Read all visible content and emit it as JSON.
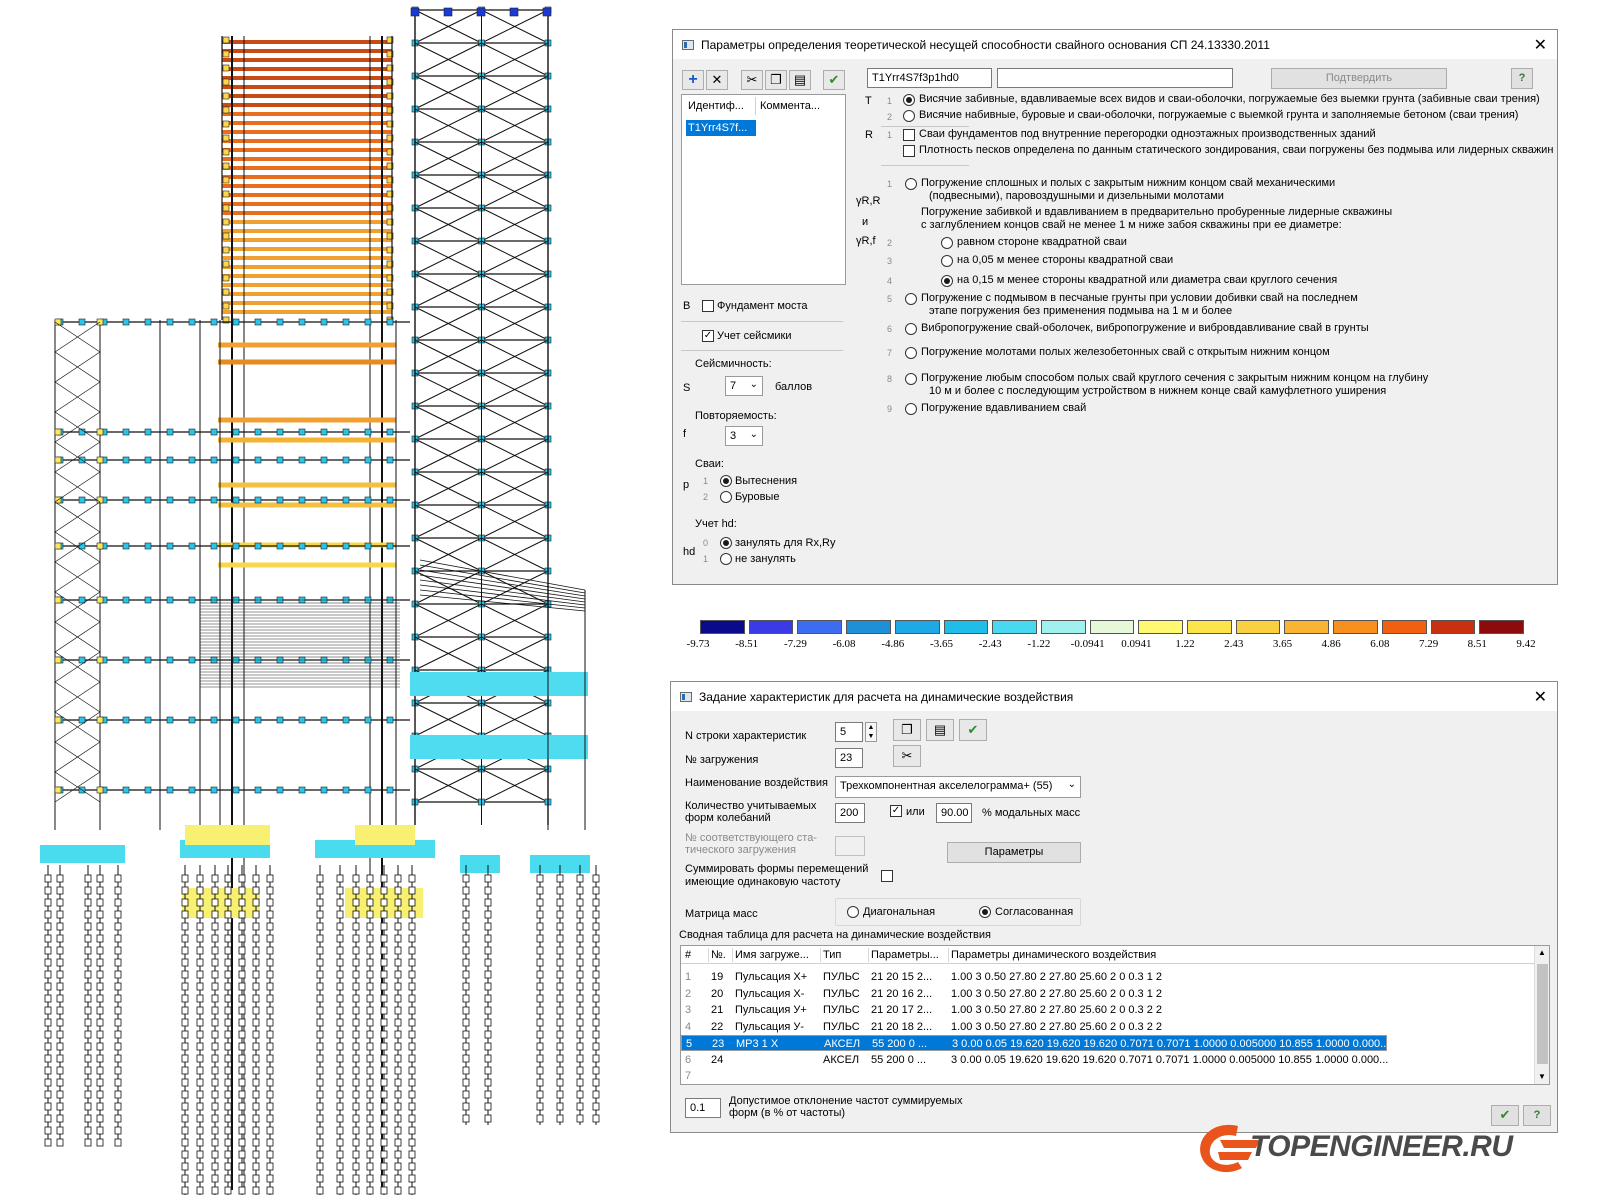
{
  "watermark": {
    "text": "TOPENGINEER.RU"
  },
  "colors": {
    "selection": "#0078d7",
    "logo_orange": "#e8541c",
    "logo_gray": "#4a4a4a"
  },
  "pile_dialog": {
    "title": "Параметры определения теоретической несущей способности свайного основания СП 24.13330.2011",
    "toolbar_icons": [
      "add-icon",
      "delete-icon",
      "cut-icon",
      "copy-icon",
      "paste-icon",
      "apply-icon"
    ],
    "id_value": "T1Yrr4S7f3p1hd0",
    "comment_value": "",
    "confirm_label": "Подтвердить",
    "help_label": "?",
    "list_headers": [
      "Идентиф...",
      "Коммента..."
    ],
    "list_items": [
      "T1Yrr4S7f..."
    ],
    "T_letter": "T",
    "T_options": [
      {
        "num": "1",
        "text": "Висячие забивные, вдавливаемые всех видов и сваи-оболочки, погружаемые без выемки грунта (забивные сваи трения)",
        "checked": true
      },
      {
        "num": "2",
        "text": "Висячие набивные, буровые и сваи-оболочки, погружаемые с выемкой грунта и заполняемые бетоном (сваи трения)",
        "checked": false
      }
    ],
    "R_letter": "R",
    "R_num": "1",
    "R_options": [
      {
        "text": "Сваи фундаментов под внутренние перегородки одноэтажных производственных зданий",
        "checked": false
      },
      {
        "text": "Плотность песков определена по данным статического зондирования, сваи погружены без подмыва или лидерных скважин",
        "checked": false
      }
    ],
    "gamma_letters": [
      "γR,R",
      "и",
      "γR,f"
    ],
    "gamma_options": [
      {
        "num": "1",
        "lines": [
          "Погружение сплошных и полых с закрытым нижним концом свай механическими",
          "(подвесными), паровоздушными и дизельными молотами"
        ],
        "checked": false
      },
      {
        "num": "",
        "lines": [
          "Погружение забивкой и вдавливанием в предварительно пробуренные лидерные скважины",
          "с заглублением концов свай не менее 1 м ниже забоя скважины при ее диаметре:"
        ],
        "checked": null
      },
      {
        "num": "2",
        "lines": [
          "равном стороне квадратной сваи"
        ],
        "checked": false
      },
      {
        "num": "3",
        "lines": [
          "на 0,05 м менее стороны квадратной сваи"
        ],
        "checked": false
      },
      {
        "num": "4",
        "lines": [
          "на 0,15 м менее стороны квадратной или диаметра сваи круглого сечения"
        ],
        "checked": true
      },
      {
        "num": "5",
        "lines": [
          "Погружение с подмывом в песчаные грунты при условии добивки свай на последнем",
          "этапе погружения без применения подмыва на 1 м и более"
        ],
        "checked": false
      },
      {
        "num": "6",
        "lines": [
          "Вибропогружение свай-оболочек, вибропогружение и вибровдавливание свай в грунты"
        ],
        "checked": false
      },
      {
        "num": "7",
        "lines": [
          "Погружение молотами полых железобетонных свай с открытым нижним концом"
        ],
        "checked": false
      },
      {
        "num": "8",
        "lines": [
          "Погружение любым способом полых свай круглого сечения с закрытым нижним концом на глубину",
          "10 м и более с последующим устройством в нижнем конце свай камуфлетного уширения"
        ],
        "checked": false
      },
      {
        "num": "9",
        "lines": [
          "Погружение вдавливанием свай"
        ],
        "checked": false
      }
    ],
    "B_letter": "B",
    "bridge_label": "Фундамент моста",
    "bridge_checked": false,
    "seismic_label": "Учет сейсмики",
    "seismic_checked": true,
    "seismicity_label": "Сейсмичность:",
    "S_letter": "S",
    "seismicity_value": "7",
    "seismicity_unit": "баллов",
    "recurrence_label": "Повторяемость:",
    "f_letter": "f",
    "recurrence_value": "3",
    "piles_label": "Сваи:",
    "p_letter": "p",
    "pile_options": [
      {
        "num": "1",
        "text": "Вытеснения",
        "checked": true
      },
      {
        "num": "2",
        "text": "Буровые",
        "checked": false
      }
    ],
    "hd_label": "Учет hd:",
    "hd_letter": "hd",
    "hd_options": [
      {
        "num": "0",
        "text": "занулять для Rx,Ry",
        "checked": true
      },
      {
        "num": "1",
        "text": "не занулять",
        "checked": false
      }
    ]
  },
  "legend": {
    "colors": [
      "#0a0a8c",
      "#3a3ae6",
      "#3c6cf0",
      "#1e90d8",
      "#1ea8e6",
      "#20bde8",
      "#48d8f0",
      "#a0f0f0",
      "#e6f8d8",
      "#fff870",
      "#fde44a",
      "#fbd040",
      "#f8b432",
      "#f89020",
      "#f06010",
      "#c83010",
      "#8c0c0c"
    ],
    "labels": [
      "-9.73",
      "-8.51",
      "-7.29",
      "-6.08",
      "-4.86",
      "-3.65",
      "-2.43",
      "-1.22",
      "-0.0941",
      "0.0941",
      "1.22",
      "2.43",
      "3.65",
      "4.86",
      "6.08",
      "7.29",
      "8.51",
      "9.42"
    ]
  },
  "dyn_dialog": {
    "title": "Задание характеристик для расчета на динамические воздействия",
    "row_label": "N строки характеристик",
    "row_value": "5",
    "load_label": "№ загружения",
    "load_value": "23",
    "action_label": "Наименование воздействия",
    "action_value": "Трехкомпонентная акселелограмма+ (55)",
    "modes_label": [
      "Количество учитываемых",
      "форм колебаний"
    ],
    "modes_value": "200",
    "or_label": "или",
    "or_checked": true,
    "mass_pct_value": "90.00",
    "mass_pct_label": "% модальных масс",
    "static_label": [
      "№ соответствующего ста-",
      "тического загружения"
    ],
    "params_button": "Параметры",
    "sum_label": [
      "Суммировать формы перемещений",
      "имеющие одинаковую частоту"
    ],
    "sum_checked": false,
    "mass_matrix_label": "Матрица масс",
    "mass_options": [
      {
        "text": "Диагональная",
        "checked": false
      },
      {
        "text": "Согласованная",
        "checked": true
      }
    ],
    "table_caption": "Сводная таблица для расчета на динамические воздействия",
    "table_headers": [
      "#",
      "№.",
      "Имя загруже...",
      "Тип",
      "Параметры...",
      "Параметры динамического воздействия"
    ],
    "table_rows": [
      [
        "1",
        "19",
        "Пульсация X+",
        "ПУЛЬС",
        "21  20 15 2...",
        "1.00 3 0.50 27.80 2 27.80 25.60 2 0 0.3 1 2"
      ],
      [
        "2",
        "20",
        "Пульсация X-",
        "ПУЛЬС",
        "21  20 16 2...",
        "1.00 3 0.50 27.80 2 27.80 25.60 2 0 0.3 1 2"
      ],
      [
        "3",
        "21",
        "Пульсация У+",
        "ПУЛЬС",
        "21  20 17 2...",
        "1.00 3 0.50 27.80 2 27.80 25.60 2 0 0.3 2 2"
      ],
      [
        "4",
        "22",
        "Пульсация У-",
        "ПУЛЬС",
        "21  20 18 2...",
        "1.00 3 0.50 27.80 2 27.80 25.60 2 0 0.3 2 2"
      ],
      [
        "5",
        "23",
        "MP3 1 X",
        "АКСЕЛ",
        "55  200 0 ...",
        "3 0.00 0.05 19.620 19.620 19.620 0.7071 0.7071 1.0000 0.005000 10.855 1.0000 0.000..."
      ],
      [
        "6",
        "24",
        "",
        "АКСЕЛ",
        "55  200 0 ...",
        "3 0.00 0.05 19.620 19.620 19.620 0.7071 0.7071 1.0000 0.005000 10.855 1.0000 0.000..."
      ],
      [
        "7",
        "",
        "",
        "",
        "",
        ""
      ]
    ],
    "selected_row": 4,
    "tolerance_value": "0.1",
    "tolerance_label": [
      "Допустимое отклонение частот суммируемых",
      "форм (в % от частоты)"
    ]
  }
}
